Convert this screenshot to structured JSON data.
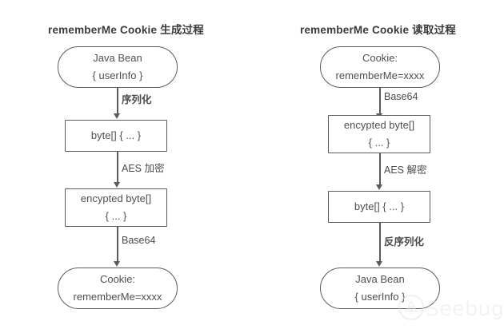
{
  "columns": [
    {
      "id": "generate",
      "title": "rememberMe Cookie 生成过程",
      "nodes": [
        {
          "shape": "stadium",
          "line1": "Java Bean",
          "line2": "{ userInfo }"
        },
        {
          "shape": "rect",
          "line1": "byte[] { ... }",
          "line2": ""
        },
        {
          "shape": "rect",
          "line1": "encypted byte[]",
          "line2": "{ ... }"
        },
        {
          "shape": "stadium",
          "line1": "Cookie:",
          "line2": "rememberMe=xxxx"
        }
      ],
      "edges": [
        {
          "label": "序列化",
          "cjk": true
        },
        {
          "label": "AES 加密",
          "cjk": true
        },
        {
          "label": "Base64",
          "cjk": false
        }
      ]
    },
    {
      "id": "read",
      "title": "rememberMe Cookie 读取过程",
      "nodes": [
        {
          "shape": "stadium",
          "line1": "Cookie:",
          "line2": "rememberMe=xxxx"
        },
        {
          "shape": "rect",
          "line1": "encypted byte[]",
          "line2": "{ ... }"
        },
        {
          "shape": "rect",
          "line1": "byte[] { ... }",
          "line2": ""
        },
        {
          "shape": "stadium",
          "line1": "Java Bean",
          "line2": "{ userInfo }"
        }
      ],
      "edges": [
        {
          "label": "Base64",
          "cjk": false
        },
        {
          "label": "AES 解密",
          "cjk": true
        },
        {
          "label": "反序列化",
          "cjk": true
        }
      ]
    }
  ],
  "watermark": {
    "text": "Seebug"
  },
  "colors": {
    "stroke": "#5b5b5b",
    "text": "#4f4f4f",
    "title": "#3a3a3a",
    "background": "#ffffff",
    "watermark": "#e3e3e3"
  }
}
